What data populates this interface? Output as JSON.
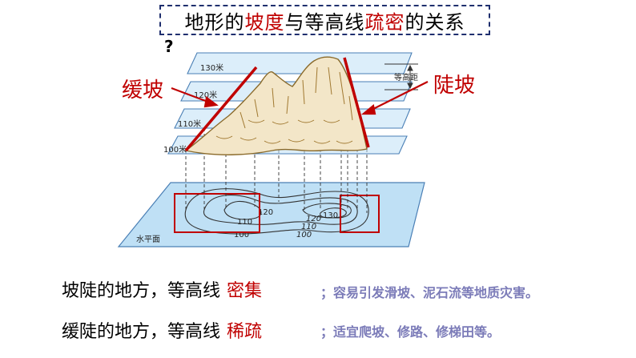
{
  "title": {
    "p1": "地形的",
    "p2": "坡度",
    "p3": "与等高线",
    "p4": "疏密",
    "p5": "的关系"
  },
  "question_mark": "?",
  "labels": {
    "gentle_slope": "缓坡",
    "steep_slope": "陡坡",
    "contour_interval": "等高距",
    "horizontal_plane": "水平面"
  },
  "elevations": {
    "plane_130": "130米",
    "plane_120": "120米",
    "plane_110": "110米",
    "plane_100": "100米",
    "map_120": "120",
    "map_110": "110",
    "map_100": "100",
    "map_130": "130",
    "map_120b": "120",
    "map_110b": "110",
    "map_100b": "100"
  },
  "statements": [
    {
      "text": "坡陡的地方，等高线",
      "answer": "密集",
      "note": "；容易引发滑坡、泥石流等地质灾害。"
    },
    {
      "text": "缓陡的地方，等高线",
      "answer": "稀疏",
      "note": "；适宜爬坡、修路、修梯田等。"
    }
  ],
  "colors": {
    "plane_fill": "#bfe0f5",
    "plane_stroke": "#4a7fb5",
    "mountain_fill": "#f3e6c8",
    "mountain_stroke": "#8a6a2a",
    "highlight": "#c00000",
    "title_border": "#1f2f6e",
    "note_color": "#7b7bb8"
  }
}
